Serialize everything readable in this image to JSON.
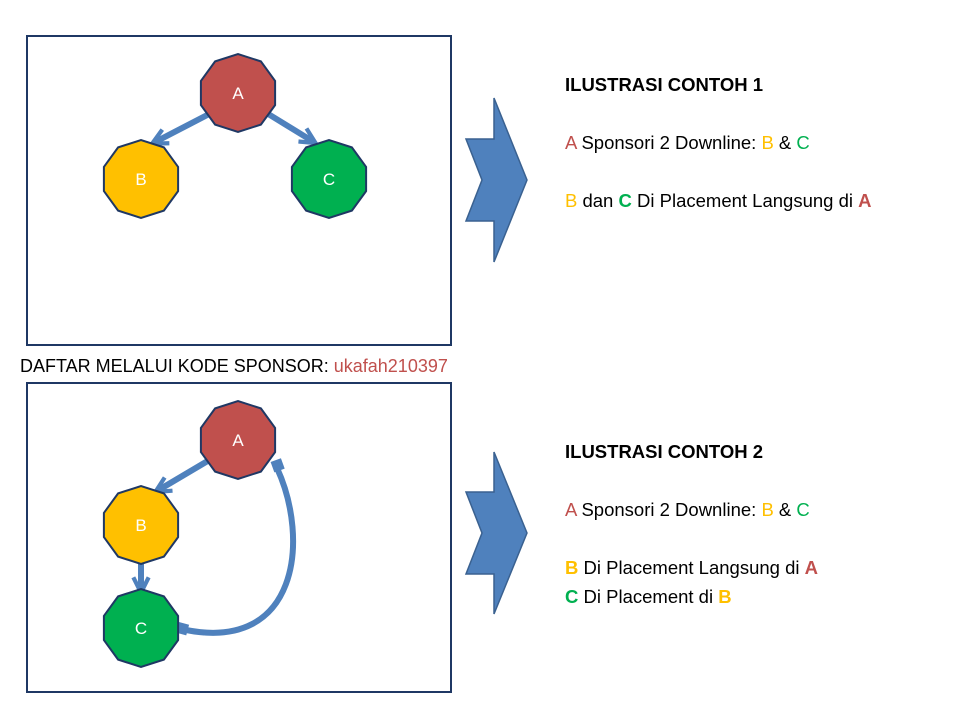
{
  "sponsor": {
    "label": "DAFTAR MELALUI KODE SPONSOR:",
    "code": "ukafah210397"
  },
  "colors": {
    "node_a": "#c0504d",
    "node_b": "#ffc000",
    "node_c": "#00b050",
    "arrow": "#4f81bd",
    "panel_border": "#1f3864"
  },
  "example_1": {
    "nodes": {
      "a": "A",
      "b": "B",
      "c": "C"
    },
    "title": "ILUSTRASI CONTOH 1",
    "line1": {
      "a": "A",
      "text": "Sponsori 2 Downline:",
      "b": "B",
      "amp": "&",
      "c": "C"
    },
    "line2": {
      "b": "B",
      "dan": "dan",
      "c": "C",
      "text": "Di Placement Langsung di",
      "a": "A"
    }
  },
  "example_2": {
    "nodes": {
      "a": "A",
      "b": "B",
      "c": "C"
    },
    "title": "ILUSTRASI CONTOH 2",
    "line1": {
      "a": "A",
      "text": "Sponsori 2 Downline:",
      "b": "B",
      "amp": "&",
      "c": "C"
    },
    "line2": {
      "b": "B",
      "text": "Di Placement Langsung di",
      "a": "A"
    },
    "line3": {
      "c": "C",
      "text": "Di Placement di",
      "b": "B"
    }
  }
}
